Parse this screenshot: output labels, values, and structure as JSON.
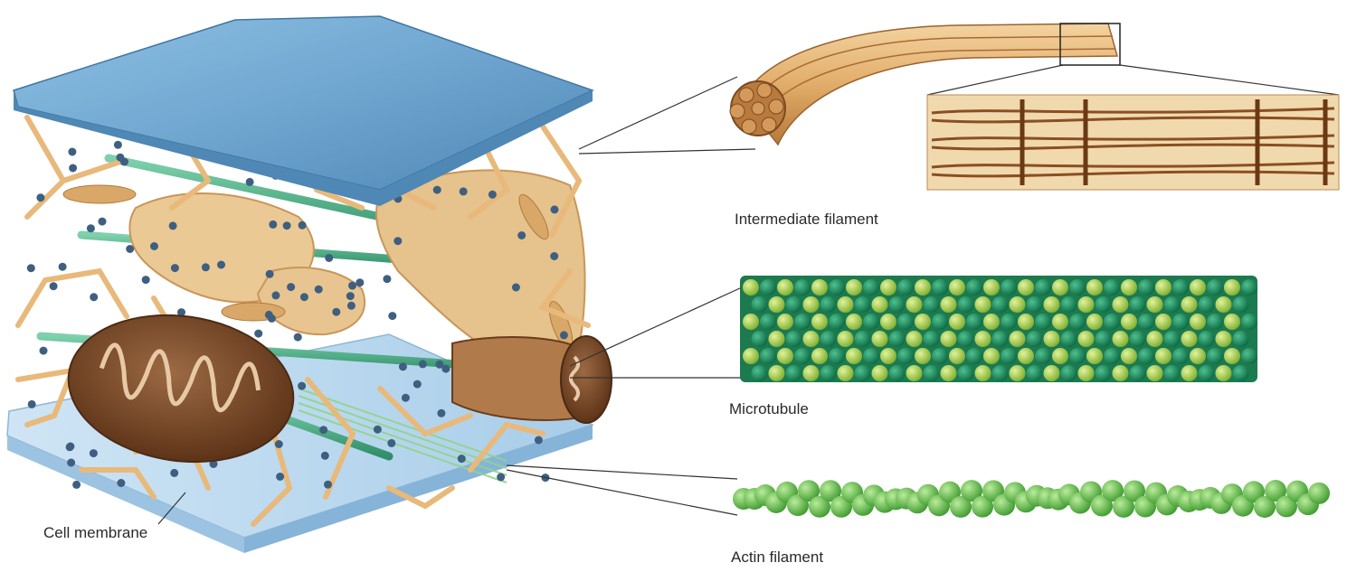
{
  "labels": {
    "cell_membrane": "Cell membrane",
    "intermediate_filament": "Intermediate filament",
    "microtubule": "Microtubule",
    "actin_filament": "Actin filament"
  },
  "colors": {
    "membrane_top": "#6fa6d0",
    "membrane_bottom": "#b9d8ef",
    "cytoskeleton_fibers": "#e8b97a",
    "er_tan": "#e6c28c",
    "protein_dots": "#3f5f80",
    "mitochondrion": "#7a4a2a",
    "microtubule_dark": "#1f8f5e",
    "microtubule_light": "#a5cf4e",
    "actin": "#6cc04a",
    "intermediate_filament": "#c98a48"
  }
}
